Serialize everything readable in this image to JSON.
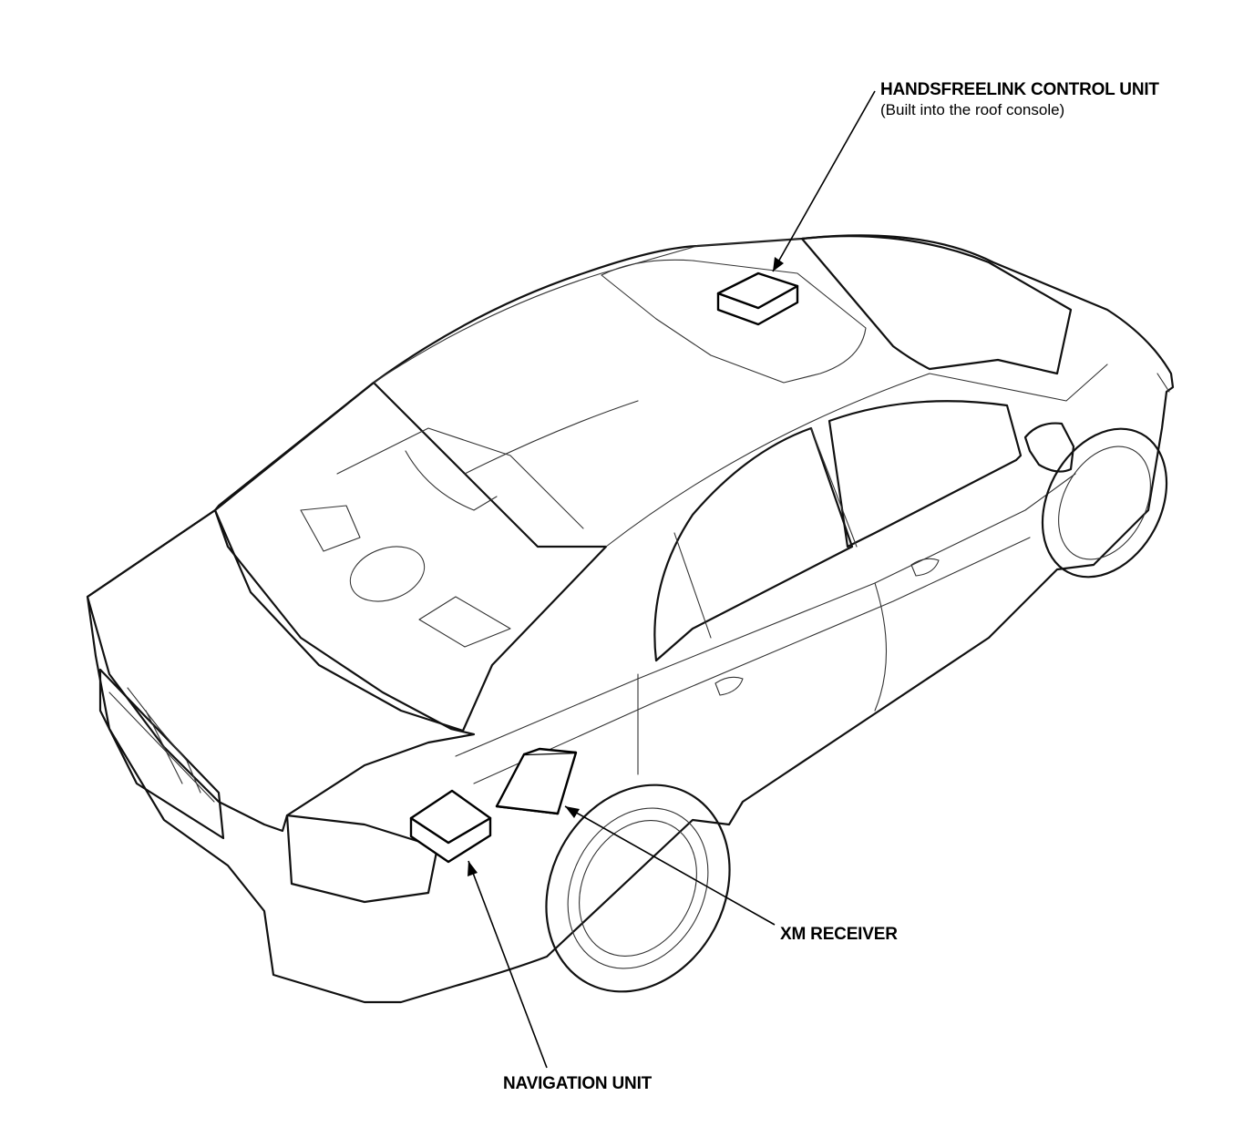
{
  "labels": {
    "handsfreelink": "HANDSFREELINK CONTROL UNIT",
    "handsfreelink_note": "(Built into the roof console)",
    "xm_receiver": "XM RECEIVER",
    "navigation_unit": "NAVIGATION UNIT"
  }
}
